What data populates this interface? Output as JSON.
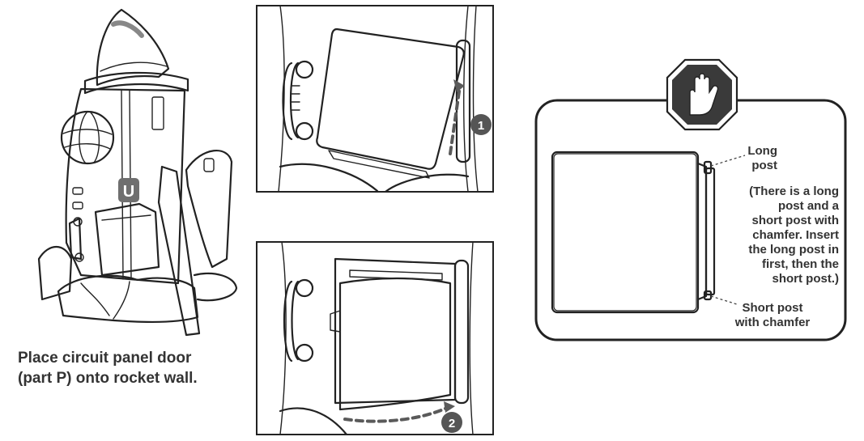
{
  "caption": {
    "line1": "Place circuit panel door",
    "line2": "(part P) onto rocket wall."
  },
  "rocket": {
    "part_label": "U"
  },
  "steps": [
    {
      "number": "1"
    },
    {
      "number": "2"
    }
  ],
  "callout": {
    "icon": "stop-hand-icon",
    "long_post": {
      "line1": "Long",
      "line2": "post"
    },
    "note_lines": [
      "(There is a long",
      "post and a",
      "short post with",
      "chamfer. Insert",
      "the long post in",
      "first, then the",
      "short post.)"
    ],
    "short_post": {
      "line1": "Short post",
      "line2": "with chamfer"
    }
  },
  "colors": {
    "ink": "#222222",
    "accent_gray": "#5a5a5a",
    "badge_gray": "#555555",
    "u_badge": "#6f6f6f"
  }
}
